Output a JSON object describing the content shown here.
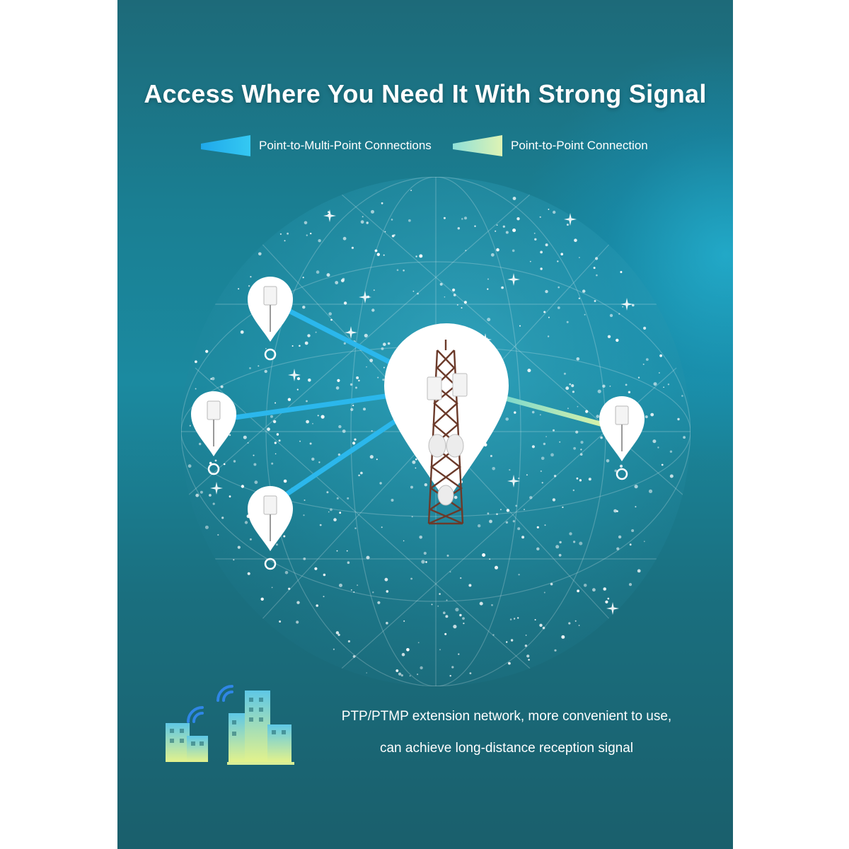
{
  "title": "Access Where You Need It With Strong Signal",
  "legend": {
    "ptmp_label": "Point-to-Multi-Point Connections",
    "ptp_label": "Point-to-Point Connection"
  },
  "colors": {
    "ptmp_line": "#2bb7ec",
    "ptp_line_start": "#5fd0d9",
    "ptp_line_end": "#d8f2a8",
    "pin": "#ffffff",
    "building_top": "#5ec7e6",
    "building_bottom": "#e3f28c"
  },
  "caption": {
    "line1": "PTP/PTMP extension network, more convenient to use,",
    "line2": "can achieve long-distance reception signal"
  },
  "icons": {
    "globe": "dotted-globe-icon",
    "tower": "cell-tower-icon",
    "cpe": "outdoor-cpe-icon",
    "buildings": "buildings-wifi-icon"
  }
}
